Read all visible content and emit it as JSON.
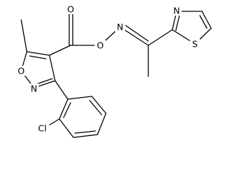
{
  "structure": {
    "type": "chemical-structure",
    "background_color": "#ffffff",
    "line_color": "#000000",
    "atoms": {
      "n_isoxazole": "N",
      "o_isoxazole": "O",
      "o_ester": "O",
      "o_oxime": "O",
      "n_oxime": "N",
      "n_thiazole": "N",
      "s_thiazole": "S",
      "cl_chloro": "Cl"
    }
  }
}
